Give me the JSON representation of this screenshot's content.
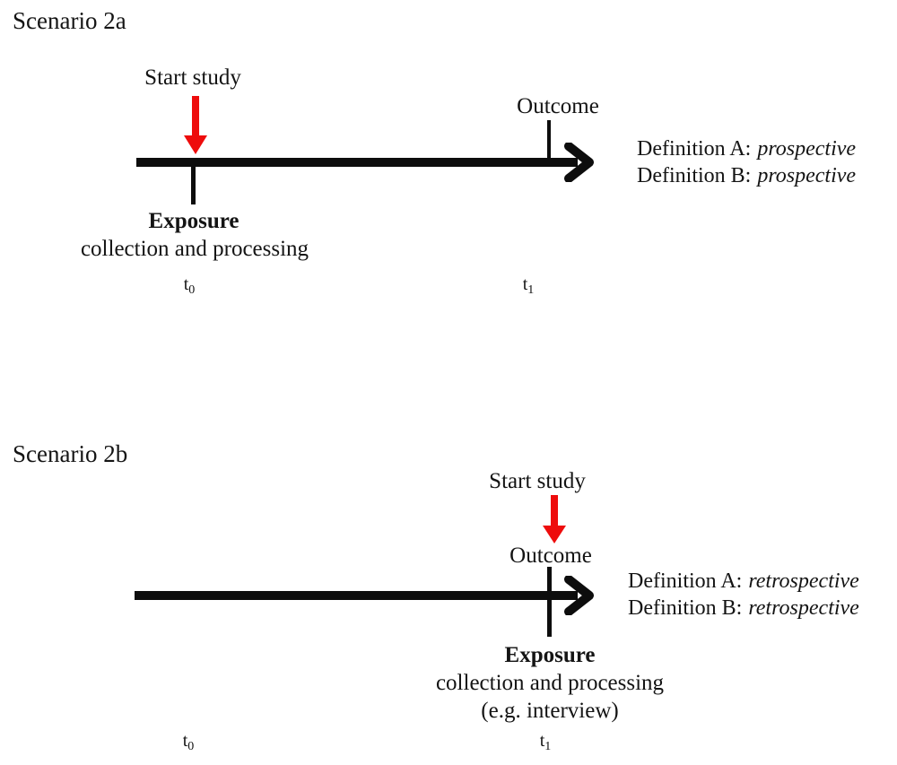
{
  "colors": {
    "arrow_red": "#ee0c0c",
    "line_black": "#0d0d0d"
  },
  "scenario_a": {
    "title": "Scenario 2a",
    "start_study_label": "Start study",
    "outcome_label": "Outcome",
    "exposure_title": "Exposure",
    "exposure_subtitle": "collection and processing",
    "definitions": [
      {
        "prefix": "Definition A:",
        "value": "prospective"
      },
      {
        "prefix": "Definition B:",
        "value": "prospective"
      }
    ],
    "t0": {
      "base": "t",
      "sub": "0"
    },
    "t1": {
      "base": "t",
      "sub": "1"
    }
  },
  "scenario_b": {
    "title": "Scenario 2b",
    "start_study_label": "Start study",
    "outcome_label": "Outcome",
    "exposure_title": "Exposure",
    "exposure_subtitle": "collection and processing",
    "exposure_note": "(e.g. interview)",
    "definitions": [
      {
        "prefix": "Definition A:",
        "value": "retrospective"
      },
      {
        "prefix": "Definition B:",
        "value": "retrospective"
      }
    ],
    "t0": {
      "base": "t",
      "sub": "0"
    },
    "t1": {
      "base": "t",
      "sub": "1"
    }
  }
}
